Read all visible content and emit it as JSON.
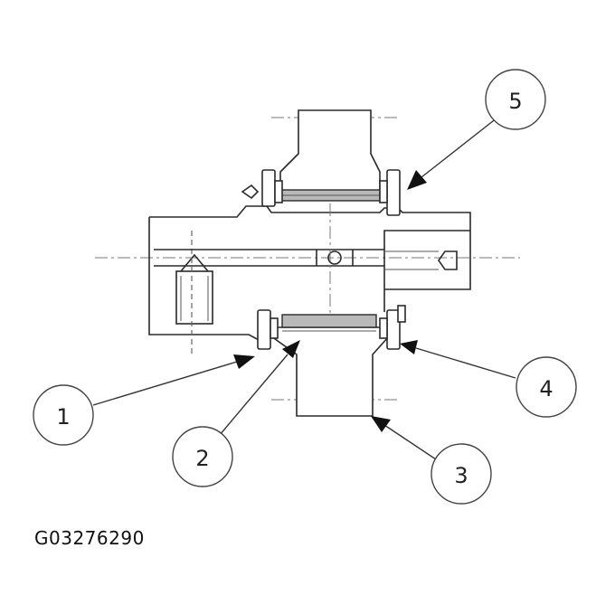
{
  "figure": {
    "code": "G03276290"
  },
  "callouts": [
    {
      "number": "1"
    },
    {
      "number": "2"
    },
    {
      "number": "3"
    },
    {
      "number": "4"
    },
    {
      "number": "5"
    }
  ]
}
